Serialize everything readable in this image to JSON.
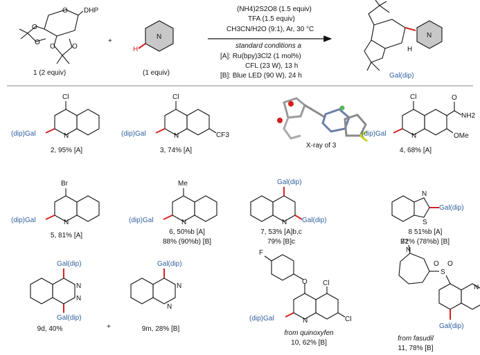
{
  "scheme": {
    "reactant1_label": "1 (2 equiv)",
    "reactant1_sub": "DHP",
    "plus": "+",
    "reactant2_label": "(1 equiv)",
    "ring_atom": "N",
    "h_atom": "H",
    "conditions": [
      "(NH4)2S2O8 (1.5 equiv)",
      "TFA (1.5 equiv)",
      "CH3CN/H2O (9:1), Ar, 30 °C",
      "standard conditions a",
      "[A]: Ru(bpy)3Cl2 (1 mol%)",
      "CFL (23 W), 13 h",
      "[B]: Blue LED (90 W), 24 h"
    ],
    "product_label": "Gal(dip)"
  },
  "compounds": [
    {
      "id": "2",
      "caption": "2, 95% [A]",
      "substituent": "Cl",
      "group": "(dip)Gal"
    },
    {
      "id": "3",
      "caption": "3, 74% [A]",
      "substituent": "Cl",
      "group": "(dip)Gal",
      "extra": "CF3"
    },
    {
      "id": "xray",
      "caption": "X-ray of 3"
    },
    {
      "id": "4",
      "caption": "4, 68% [A]",
      "substituent": "Cl",
      "group": "(dip)Gal",
      "extra1": "NH2",
      "extra2": "OMe",
      "extra3": "O"
    },
    {
      "id": "5",
      "caption": "5, 81% [A]",
      "substituent": "Br",
      "group": "(dip)Gal"
    },
    {
      "id": "6",
      "caption1": "6, 50%b [A]",
      "caption2": "88% (90%b) [B]",
      "substituent": "Me",
      "group": "(dip)Gal"
    },
    {
      "id": "7",
      "caption1": "7, 53% [A]b,c",
      "caption2": "79% [B]c",
      "group": "Gal(dip)"
    },
    {
      "id": "8",
      "caption1": "8 51%b [A]",
      "caption2": "72% (78%b) [B]",
      "group": "Gal(dip)",
      "hetero1": "N",
      "hetero2": "S"
    },
    {
      "id": "9d",
      "caption": "9d, 40%",
      "group": "Gal(dip)"
    },
    {
      "id": "9m",
      "caption": "9m, 28% [B]",
      "group": "Gal(dip)"
    },
    {
      "id": "10",
      "caption1": "from quinoxyfen",
      "caption2": "10, 62% [B]",
      "group": "(dip)Gal",
      "halogens": [
        "F",
        "Cl",
        "Cl"
      ],
      "o_atom": "O"
    },
    {
      "id": "11",
      "caption1": "from fasudil",
      "caption2": "11, 78% [B]",
      "group": "Gal(dip)",
      "atoms": [
        "Bz",
        "N",
        "S",
        "O",
        "O",
        "N"
      ]
    }
  ],
  "colors": {
    "blue": "#2f5f9e",
    "red": "#d62020",
    "gray": "#c8c8c8"
  }
}
